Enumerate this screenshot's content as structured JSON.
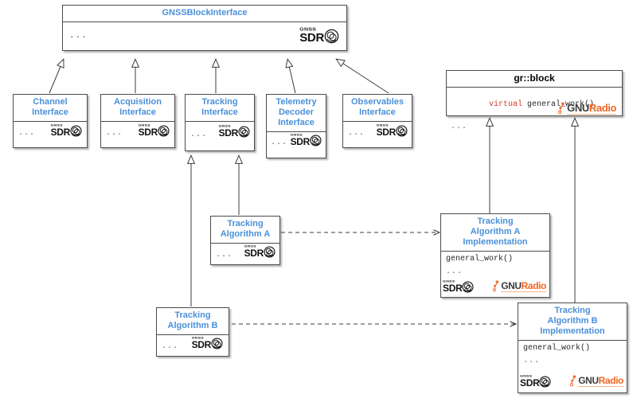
{
  "diagram": {
    "type": "uml-class-diagram",
    "background_color": "#ffffff",
    "title_color": "#4a90d9",
    "keyword_color": "#d4382c",
    "gnuradio_orange": "#f26522",
    "border_color": "#4c4c4c"
  },
  "nodes": {
    "gnss_block_interface": {
      "title": "GNSSBlockInterface",
      "body_text": "...",
      "logos": [
        "gnss-sdr-logo"
      ]
    },
    "channel_interface": {
      "title": "Channel\nInterface",
      "title_lines": [
        "Channel",
        "Interface"
      ],
      "body_text": "...",
      "logos": [
        "gnss-sdr-logo"
      ]
    },
    "acquisition_interface": {
      "title": "Acquisition\nInterface",
      "title_lines": [
        "Acquisition",
        "Interface"
      ],
      "body_text": "...",
      "logos": [
        "gnss-sdr-logo"
      ]
    },
    "tracking_interface": {
      "title": "Tracking\nInterface",
      "title_lines": [
        "Tracking",
        "Interface"
      ],
      "body_text": "...",
      "logos": [
        "gnss-sdr-logo"
      ]
    },
    "telemetry_decoder_interface": {
      "title": "Telemetry\nDecoder\nInterface",
      "title_lines": [
        "Telemetry",
        "Decoder",
        "Interface"
      ],
      "body_text": "...",
      "logos": [
        "gnss-sdr-logo"
      ]
    },
    "observables_interface": {
      "title": "Observables\nInterface",
      "title_lines": [
        "Observables",
        "Interface"
      ],
      "body_text": "...",
      "logos": [
        "gnss-sdr-logo"
      ]
    },
    "gr_block": {
      "title": "gr::block",
      "code_keyword": "virtual",
      "code_method": " general_work()",
      "body_text": "...",
      "logos": [
        "gnuradio-logo"
      ]
    },
    "tracking_algorithm_a": {
      "title": "Tracking\nAlgorithm A",
      "title_lines": [
        "Tracking",
        "Algorithm A"
      ],
      "body_text": "...",
      "logos": [
        "gnss-sdr-logo"
      ]
    },
    "tracking_algorithm_b": {
      "title": "Tracking\nAlgorithm B",
      "title_lines": [
        "Tracking",
        "Algorithm B"
      ],
      "body_text": "...",
      "logos": [
        "gnss-sdr-logo"
      ]
    },
    "tracking_algorithm_a_impl": {
      "title": "Tracking\nAlgorithm A\nImplementation",
      "title_lines": [
        "Tracking",
        "Algorithm A",
        "Implementation"
      ],
      "code_method": "general_work()",
      "body_text": "...",
      "logos": [
        "gnss-sdr-logo",
        "gnuradio-logo"
      ]
    },
    "tracking_algorithm_b_impl": {
      "title": "Tracking\nAlgorithm B\nImplementation",
      "title_lines": [
        "Tracking",
        "Algorithm B",
        "Implementation"
      ],
      "code_method": "general_work()",
      "body_text": "...",
      "logos": [
        "gnss-sdr-logo",
        "gnuradio-logo"
      ]
    }
  },
  "logos": {
    "gnss_sdr": {
      "top_text": "GNSS",
      "main_text": "SDR"
    },
    "gnu_radio": {
      "first": "GNU",
      "second": "Radio"
    }
  },
  "edges": [
    {
      "from": "channel_interface",
      "to": "gnss_block_interface",
      "kind": "generalization"
    },
    {
      "from": "acquisition_interface",
      "to": "gnss_block_interface",
      "kind": "generalization"
    },
    {
      "from": "tracking_interface",
      "to": "gnss_block_interface",
      "kind": "generalization"
    },
    {
      "from": "telemetry_decoder_interface",
      "to": "gnss_block_interface",
      "kind": "generalization"
    },
    {
      "from": "observables_interface",
      "to": "gnss_block_interface",
      "kind": "generalization"
    },
    {
      "from": "tracking_algorithm_a",
      "to": "tracking_interface",
      "kind": "generalization"
    },
    {
      "from": "tracking_algorithm_b",
      "to": "tracking_interface",
      "kind": "generalization"
    },
    {
      "from": "tracking_algorithm_a_impl",
      "to": "gr_block",
      "kind": "generalization"
    },
    {
      "from": "tracking_algorithm_b_impl",
      "to": "gr_block",
      "kind": "generalization"
    },
    {
      "from": "tracking_algorithm_a",
      "to": "tracking_algorithm_a_impl",
      "kind": "realization-dashed"
    },
    {
      "from": "tracking_algorithm_b",
      "to": "tracking_algorithm_b_impl",
      "kind": "realization-dashed"
    }
  ]
}
